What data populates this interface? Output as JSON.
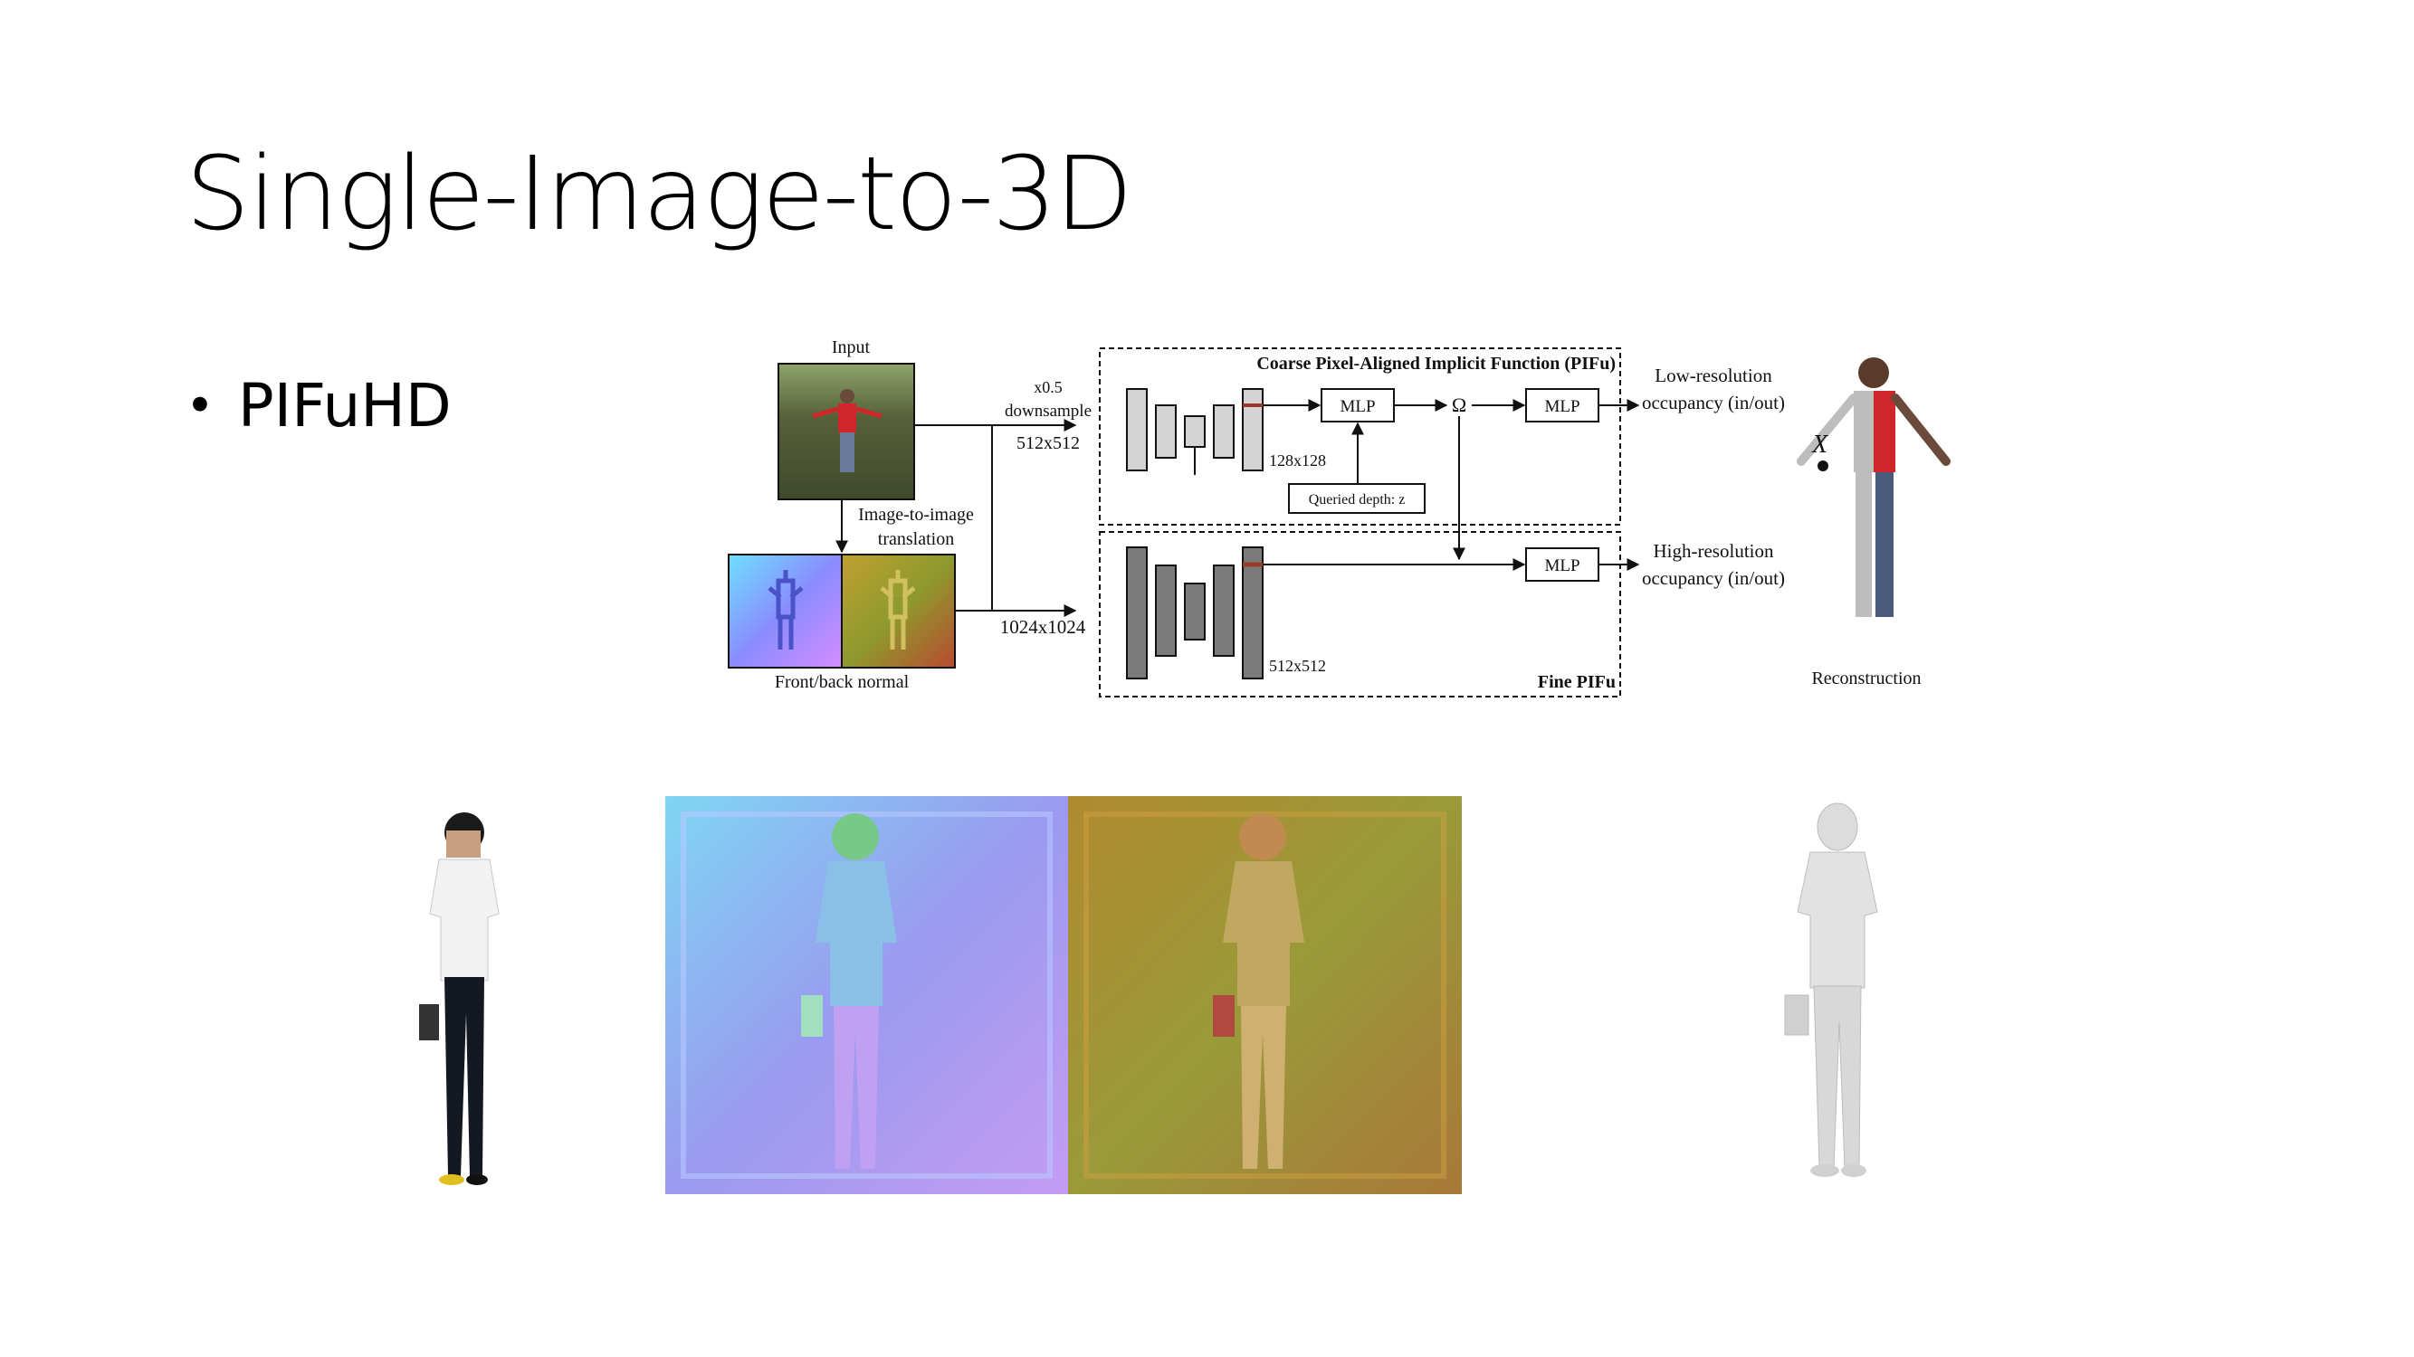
{
  "slide": {
    "title": "Single-Image-to-3D",
    "bullets": [
      "PIFuHD"
    ]
  },
  "diagram": {
    "input_label": "Input",
    "downsample_label": "x0.5",
    "downsample_label2": "downsample",
    "res_coarse": "512x512",
    "translation_label": "Image-to-image",
    "translation_label2": "translation",
    "normal_caption": "Front/back normal",
    "res_fine": "1024x1024",
    "coarse_title": "Coarse Pixel-Aligned Implicit Function (PIFu)",
    "fine_title": "Fine PIFu",
    "coarse_feat": "128x128",
    "fine_feat": "512x512",
    "mlp": "MLP",
    "omega": "Ω",
    "queried_depth": "Queried depth: z",
    "x_symbol": "X",
    "low_res_out": "Low-resolution",
    "low_res_out2": "occupancy (in/out)",
    "high_res_out": "High-resolution",
    "high_res_out2": "occupancy (in/out)",
    "reconstruction": "Reconstruction"
  },
  "colors": {
    "normal_front": "#8a8cff",
    "normal_back": "#9a8a2a",
    "shirt_red": "#d0262a",
    "mesh_gray": "#d6d6d6"
  }
}
